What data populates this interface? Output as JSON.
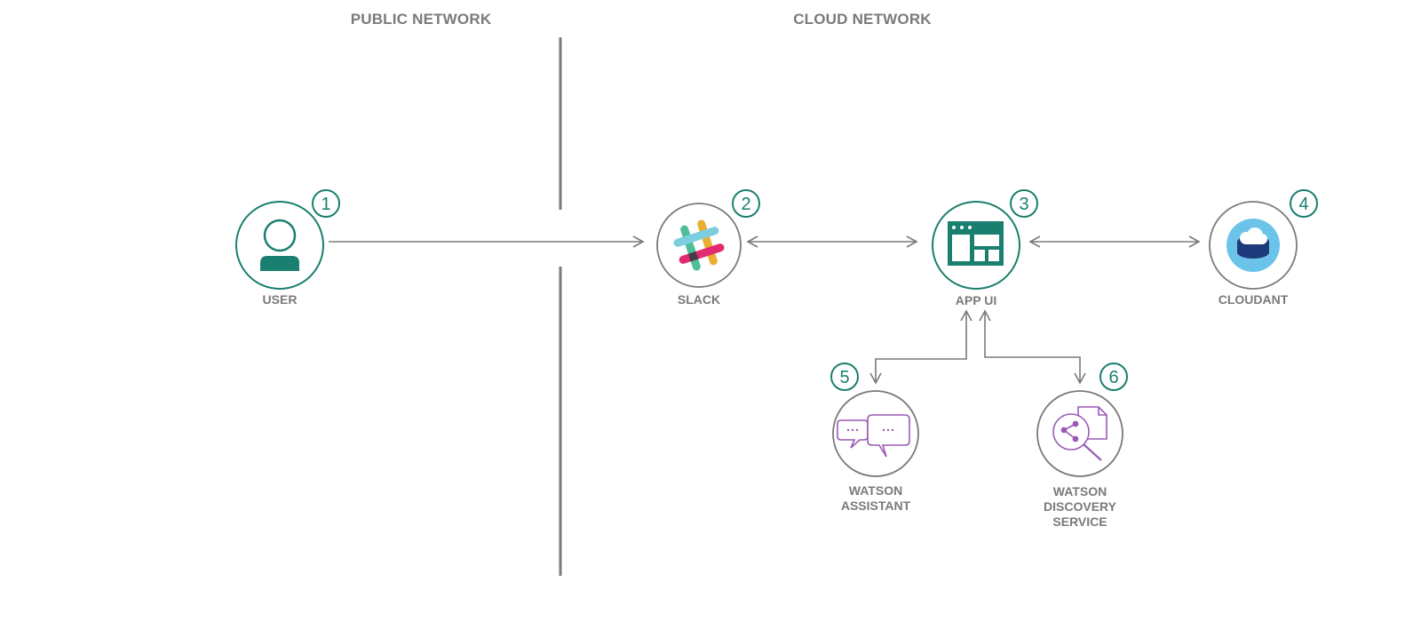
{
  "zones": {
    "public": "PUBLIC NETWORK",
    "cloud": "CLOUD NETWORK"
  },
  "nodes": [
    {
      "id": "user",
      "label_lines": [
        "USER"
      ],
      "step": "1",
      "icon": "user-icon",
      "ring": "teal"
    },
    {
      "id": "slack",
      "label_lines": [
        "SLACK"
      ],
      "step": "2",
      "icon": "slack-icon",
      "ring": "gray"
    },
    {
      "id": "app-ui",
      "label_lines": [
        "APP UI"
      ],
      "step": "3",
      "icon": "app-window-icon",
      "ring": "teal"
    },
    {
      "id": "cloudant",
      "label_lines": [
        "CLOUDANT"
      ],
      "step": "4",
      "icon": "database-icon",
      "ring": "gray"
    },
    {
      "id": "watson-assistant",
      "label_lines": [
        "WATSON",
        "ASSISTANT"
      ],
      "step": "5",
      "icon": "chat-bubbles-icon",
      "ring": "gray"
    },
    {
      "id": "watson-discovery",
      "label_lines": [
        "WATSON",
        "DISCOVERY",
        "SERVICE"
      ],
      "step": "6",
      "icon": "discovery-search-icon",
      "ring": "gray"
    }
  ],
  "edges": [
    {
      "from": "user",
      "to": "slack",
      "direction": "forward"
    },
    {
      "from": "slack",
      "to": "app-ui",
      "direction": "both"
    },
    {
      "from": "app-ui",
      "to": "cloudant",
      "direction": "both"
    },
    {
      "from": "app-ui",
      "to": "watson-assistant",
      "direction": "both"
    },
    {
      "from": "app-ui",
      "to": "watson-discovery",
      "direction": "both"
    }
  ],
  "colors": {
    "teal": "#1a7f6e",
    "gray": "#7a7a7a",
    "purple": "#9b59b6",
    "cloudant_light": "#6cc3ea",
    "cloudant_dark": "#1f3a7a"
  }
}
